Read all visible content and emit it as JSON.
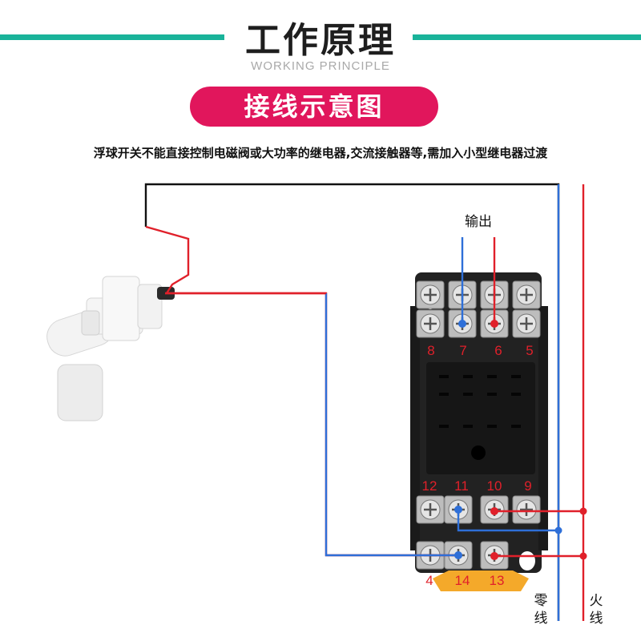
{
  "header": {
    "title": "工作原理",
    "subtitle": "WORKING PRINCIPLE",
    "accent_color": "#19b39a"
  },
  "badge": {
    "label": "接线示意图",
    "color": "#e1165c"
  },
  "description": "浮球开关不能直接控制电磁阀或大功率的继电器,交流接触器等,需加入小型继电器过渡",
  "diagram": {
    "output_label": "输出",
    "top_terminals": [
      "8",
      "7",
      "6",
      "5"
    ],
    "bottom_row_upper": [
      "12",
      "11",
      "10",
      "9"
    ],
    "bottom_row_lower": [
      "4",
      "14",
      "13"
    ],
    "neutral_label": "零线",
    "live_label": "火线",
    "wire_colors": {
      "neutral": "#2e6fd8",
      "live": "#e0202a",
      "black": "#111111"
    }
  }
}
